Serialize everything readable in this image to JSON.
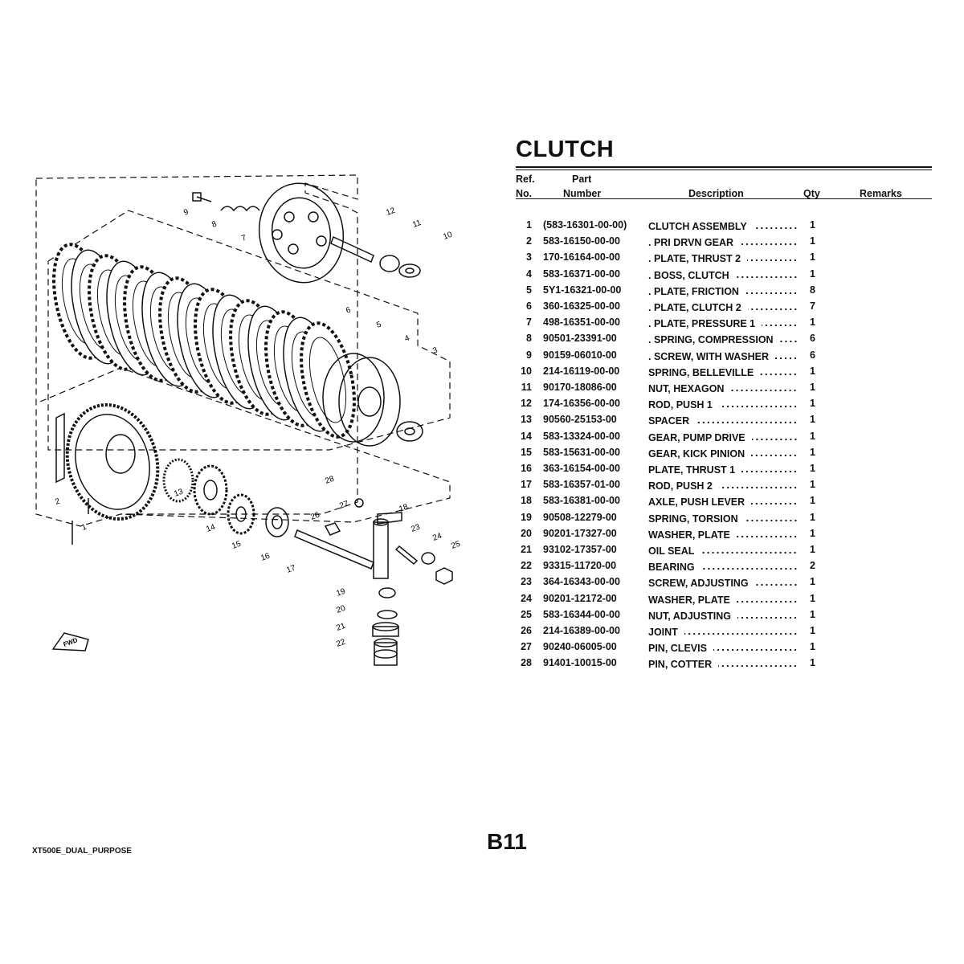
{
  "title": "CLUTCH",
  "table": {
    "headers": {
      "ref_top": "Ref.",
      "ref_bottom": "No.",
      "part_top": "Part",
      "part_bottom": "Number",
      "description": "Description",
      "qty": "Qty",
      "remarks": "Remarks"
    },
    "rows": [
      {
        "ref": "1",
        "part": "(583-16301-00-00)",
        "desc": "CLUTCH ASSEMBLY",
        "qty": "1"
      },
      {
        "ref": "2",
        "part": "583-16150-00-00",
        "desc": ". PRI DRVN GEAR",
        "qty": "1"
      },
      {
        "ref": "3",
        "part": "170-16164-00-00",
        "desc": ". PLATE, THRUST 2",
        "qty": "1"
      },
      {
        "ref": "4",
        "part": "583-16371-00-00",
        "desc": ". BOSS, CLUTCH",
        "qty": "1"
      },
      {
        "ref": "5",
        "part": "5Y1-16321-00-00",
        "desc": ". PLATE, FRICTION",
        "qty": "8"
      },
      {
        "ref": "6",
        "part": "360-16325-00-00",
        "desc": ". PLATE, CLUTCH 2",
        "qty": "7"
      },
      {
        "ref": "7",
        "part": "498-16351-00-00",
        "desc": ". PLATE, PRESSURE 1",
        "qty": "1"
      },
      {
        "ref": "8",
        "part": "90501-23391-00",
        "desc": ". SPRING, COMPRESSION",
        "qty": "6"
      },
      {
        "ref": "9",
        "part": "90159-06010-00",
        "desc": ". SCREW, WITH WASHER",
        "qty": "6"
      },
      {
        "ref": "10",
        "part": "214-16119-00-00",
        "desc": "SPRING, BELLEVILLE",
        "qty": "1"
      },
      {
        "ref": "11",
        "part": "90170-18086-00",
        "desc": "NUT, HEXAGON",
        "qty": "1"
      },
      {
        "ref": "12",
        "part": "174-16356-00-00",
        "desc": "ROD, PUSH 1",
        "qty": "1"
      },
      {
        "ref": "13",
        "part": "90560-25153-00",
        "desc": "SPACER",
        "qty": "1"
      },
      {
        "ref": "14",
        "part": "583-13324-00-00",
        "desc": "GEAR, PUMP DRIVE",
        "qty": "1"
      },
      {
        "ref": "15",
        "part": "583-15631-00-00",
        "desc": "GEAR, KICK PINION",
        "qty": "1"
      },
      {
        "ref": "16",
        "part": "363-16154-00-00",
        "desc": "PLATE, THRUST 1",
        "qty": "1"
      },
      {
        "ref": "17",
        "part": "583-16357-01-00",
        "desc": "ROD, PUSH 2",
        "qty": "1"
      },
      {
        "ref": "18",
        "part": "583-16381-00-00",
        "desc": "AXLE, PUSH LEVER",
        "qty": "1"
      },
      {
        "ref": "19",
        "part": "90508-12279-00",
        "desc": "SPRING, TORSION",
        "qty": "1"
      },
      {
        "ref": "20",
        "part": "90201-17327-00",
        "desc": "WASHER, PLATE",
        "qty": "1"
      },
      {
        "ref": "21",
        "part": "93102-17357-00",
        "desc": "OIL SEAL",
        "qty": "1"
      },
      {
        "ref": "22",
        "part": "93315-11720-00",
        "desc": "BEARING",
        "qty": "2"
      },
      {
        "ref": "23",
        "part": "364-16343-00-00",
        "desc": "SCREW, ADJUSTING",
        "qty": "1"
      },
      {
        "ref": "24",
        "part": "90201-12172-00",
        "desc": "WASHER, PLATE",
        "qty": "1"
      },
      {
        "ref": "25",
        "part": "583-16344-00-00",
        "desc": "NUT, ADJUSTING",
        "qty": "1"
      },
      {
        "ref": "26",
        "part": "214-16389-00-00",
        "desc": "JOINT",
        "qty": "1"
      },
      {
        "ref": "27",
        "part": "90240-06005-00",
        "desc": "PIN, CLEVIS",
        "qty": "1"
      },
      {
        "ref": "28",
        "part": "91401-10015-00",
        "desc": "PIN, COTTER",
        "qty": "1"
      }
    ]
  },
  "diagram": {
    "callouts": [
      "1",
      "2",
      "3",
      "4",
      "5",
      "6",
      "7",
      "8",
      "9",
      "10",
      "11",
      "12",
      "13",
      "14",
      "15",
      "16",
      "17",
      "18",
      "19",
      "20",
      "21",
      "22",
      "23",
      "24",
      "25",
      "26",
      "27",
      "28"
    ],
    "fwd_label": "FWD"
  },
  "footer": {
    "model": "XT500E_DUAL_PURPOSE",
    "page": "B11"
  }
}
